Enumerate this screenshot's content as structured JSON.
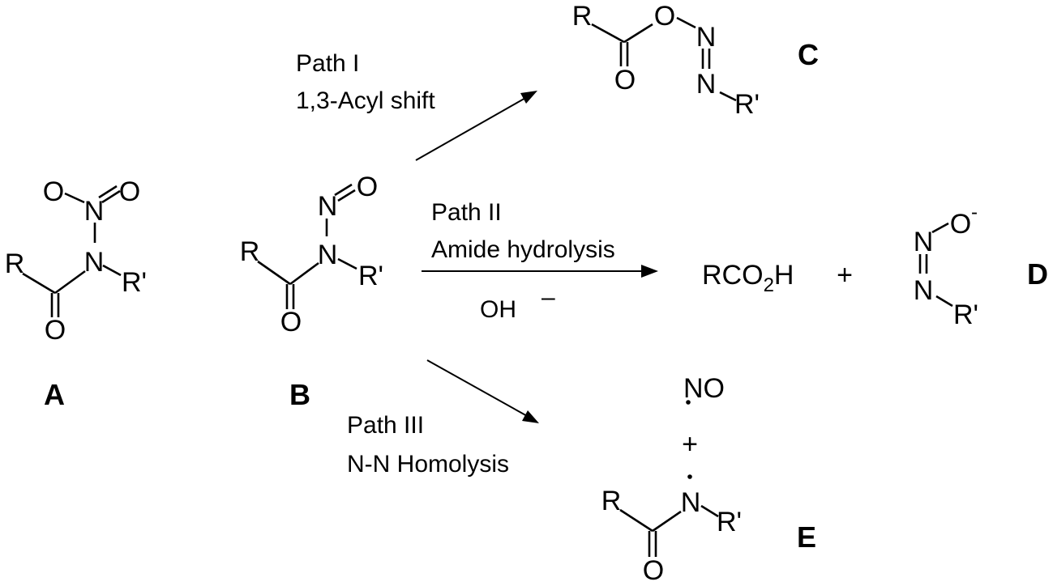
{
  "compounds": {
    "A": {
      "label": "A",
      "atoms": {
        "r": "R",
        "n": "N",
        "r_prime": "R'",
        "carbonyl_o": "O",
        "nitro_n": "N",
        "nitro_o1": "O",
        "nitro_o2": "O"
      }
    },
    "B": {
      "label": "B",
      "atoms": {
        "r": "R",
        "n": "N",
        "r_prime": "R'",
        "carbonyl_o": "O",
        "nitroso_n": "N",
        "nitroso_o": "O"
      }
    },
    "C": {
      "label": "C",
      "atoms": {
        "r": "R",
        "ester_o": "O",
        "carbonyl_o": "O",
        "n1": "N",
        "n2": "N",
        "r_prime": "R'"
      }
    },
    "D": {
      "label": "D",
      "atoms": {
        "o": "O",
        "charge": "-",
        "n1": "N",
        "n2": "N",
        "r_prime": "R'"
      }
    },
    "E": {
      "label": "E",
      "atoms": {
        "r": "R",
        "n": "N",
        "r_prime": "R'",
        "carbonyl_o": "O"
      }
    }
  },
  "acid": {
    "main": "RCO",
    "subscript": "2",
    "tail": "H"
  },
  "plus_d": "+",
  "no_radical": "NO",
  "plus_e": "+",
  "paths": {
    "path1": {
      "line1": "Path I",
      "line2": "1,3-Acyl shift"
    },
    "path2": {
      "line1": "Path II",
      "line2": "Amide hydrolysis",
      "reagent": "OH",
      "reagent_charge": "–"
    },
    "path3": {
      "line1": "Path III",
      "line2": "N-N Homolysis"
    }
  }
}
